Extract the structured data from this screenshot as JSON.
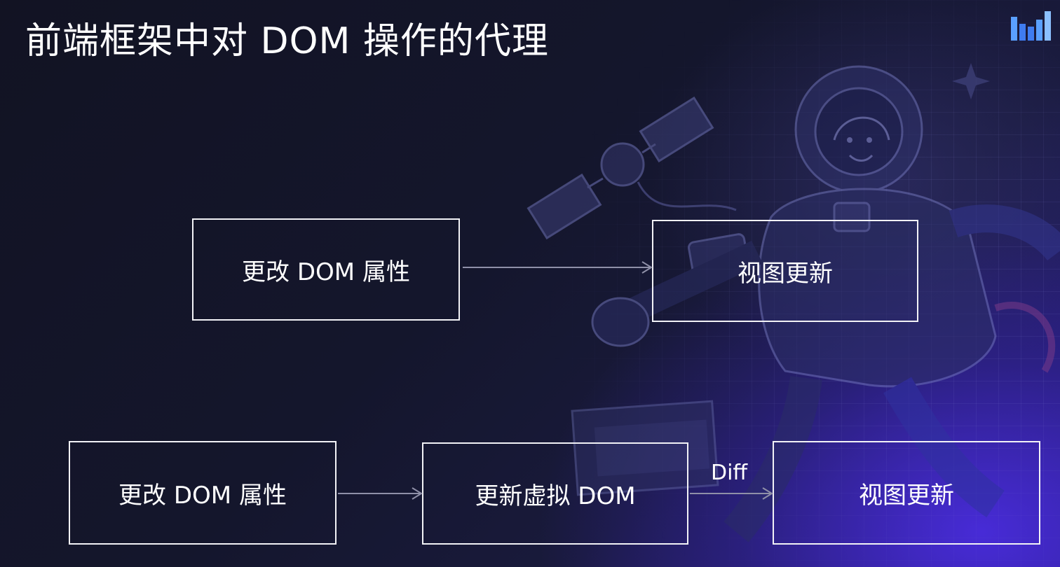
{
  "slide": {
    "title": "前端框架中对 DOM 操作的代理",
    "logo_icon": "bar-logo-icon",
    "accent_color": "#4b2fe0"
  },
  "diagram": {
    "direct_flow": {
      "nodes": [
        {
          "id": "change-attr",
          "label": "更改 DOM 属性"
        },
        {
          "id": "view-update",
          "label": "视图更新"
        }
      ],
      "edges": [
        {
          "from": "change-attr",
          "to": "view-update",
          "label": ""
        }
      ]
    },
    "virtual_dom_flow": {
      "nodes": [
        {
          "id": "change-attr",
          "label": "更改 DOM 属性"
        },
        {
          "id": "update-vdom",
          "label": "更新虚拟 DOM"
        },
        {
          "id": "view-update",
          "label": "视图更新"
        }
      ],
      "edges": [
        {
          "from": "change-attr",
          "to": "update-vdom",
          "label": ""
        },
        {
          "from": "update-vdom",
          "to": "view-update",
          "label": "Diff"
        }
      ]
    }
  }
}
